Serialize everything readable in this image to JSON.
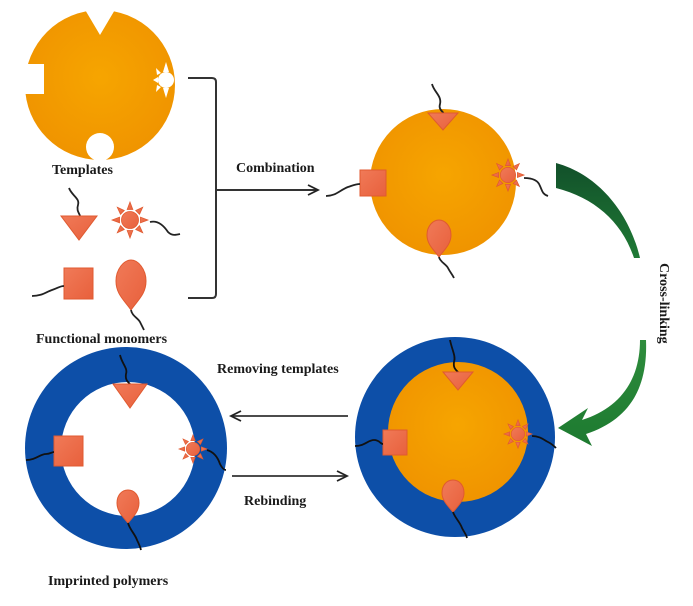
{
  "labels": {
    "templates": "Templates",
    "functional_monomers": "Functional monomers",
    "combination": "Combination",
    "cross_linking": "Cross-linking",
    "removing_templates": "Removing templates",
    "rebinding": "Rebinding",
    "imprinted_polymers": "Imprinted polymers"
  },
  "colors": {
    "template": "#f39c00",
    "monomer": "#ec6a48",
    "monomer_stroke": "#e05a30",
    "polymer": "#0d4fa8",
    "arrow_dark": "#135c2c",
    "arrow_light": "#2a8a3a",
    "line": "#222222"
  }
}
